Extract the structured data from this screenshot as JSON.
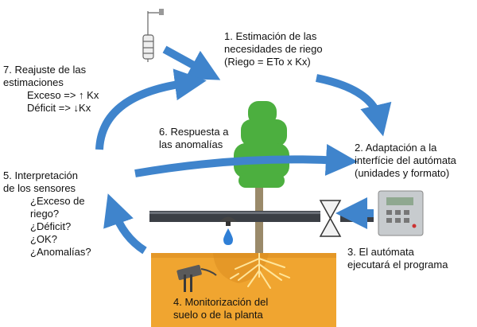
{
  "steps": {
    "s1": {
      "lines": [
        "1. Estimación de las",
        "necesidades de riego",
        "(Riego = ETo x Kx)"
      ]
    },
    "s2": {
      "lines": [
        "2.   Adaptación a la",
        "interfície del autómata",
        "(unidades y formato)"
      ]
    },
    "s3": {
      "lines": [
        "3.    El autómata",
        "ejecutará el programa"
      ]
    },
    "s4": {
      "lines": [
        "4.    Monitorización del",
        "suelo o de la planta"
      ]
    },
    "s5": {
      "lines": [
        "5.    Interpretación",
        "de los sensores"
      ],
      "questions": [
        "¿Exceso de",
        "riego?",
        "¿Déficit?",
        "¿OK?",
        "¿Anomalías?"
      ]
    },
    "s6": {
      "lines": [
        "6.    Respuesta a",
        "las anomalías"
      ]
    },
    "s7": {
      "lines": [
        "7.    Reajuste de las",
        "estimaciones"
      ],
      "rules": [
        "Exceso => ↑ Kx",
        "Déficit => ↓Kx"
      ]
    }
  },
  "colors": {
    "arrow": "#3f84cc",
    "soil": "#f0a530",
    "soil_dark": "#d88a1d",
    "pipe": "#3b3f45",
    "foliage": "#4caf3f",
    "trunk": "#9a8a6a",
    "roots": "#ffe59a",
    "drop": "#2f7fd6"
  },
  "icons": [
    "weather-station-icon",
    "irrigation-controller-icon",
    "valve-icon",
    "dripper-icon",
    "soil-sensor-icon",
    "tree-icon"
  ]
}
